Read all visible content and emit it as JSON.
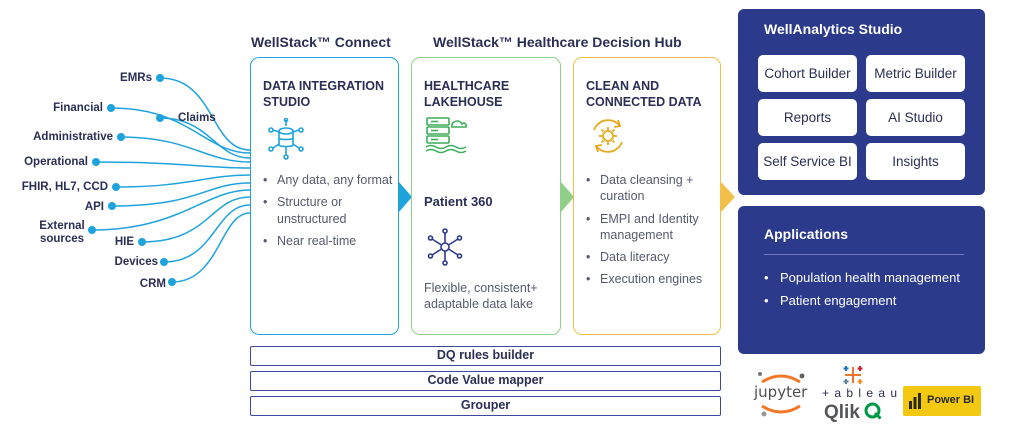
{
  "sources": [
    {
      "label": "EMRs"
    },
    {
      "label": "Financial"
    },
    {
      "label": "Claims"
    },
    {
      "label": "Administrative"
    },
    {
      "label": "Operational"
    },
    {
      "label": "FHIR, HL7, CCD"
    },
    {
      "label": "API"
    },
    {
      "label": "External sources"
    },
    {
      "label": "HIE"
    },
    {
      "label": "Devices"
    },
    {
      "label": "CRM"
    }
  ],
  "headings": {
    "connect": "WellStack™ Connect",
    "hub": "WellStack™ Healthcare Decision Hub"
  },
  "columns": {
    "integration": {
      "title": "DATA INTEGRATION STUDIO",
      "bullets": [
        "Any data, any format",
        "Structure or unstructured",
        "Near real-time"
      ]
    },
    "lakehouse": {
      "title": "HEALTHCARE LAKEHOUSE",
      "subtitle": "Patient 360",
      "desc": "Flexible, consistent+ adaptable data lake"
    },
    "clean": {
      "title": "CLEAN AND CONNECTED DATA",
      "bullets": [
        "Data cleansing + curation",
        "EMPI and Identity management",
        "Data literacy",
        "Execution engines"
      ]
    }
  },
  "bars": [
    "DQ rules builder",
    "Code Value mapper",
    "Grouper"
  ],
  "analytics": {
    "title": "WellAnalytics Studio",
    "tiles": [
      "Cohort Builder",
      "Metric Builder",
      "Reports",
      "AI Studio",
      "Self Service BI",
      "Insights"
    ]
  },
  "applications": {
    "title": "Applications",
    "items": [
      "Population health management",
      "Patient engagement"
    ]
  },
  "logos": {
    "jupyter": "jupyter",
    "tableau": "+ a b l e a u",
    "qlik": "Qlik",
    "powerbi": "Power BI"
  },
  "colors": {
    "navy": "#2c3a8c",
    "connect_blue": "#1fa3dc",
    "lakehouse_green": "#8fcf8a",
    "clean_gold": "#f2c04a",
    "text_dark": "#2a2f55"
  },
  "icons": [
    "database-network-icon",
    "server-lake-icon",
    "network-hub-icon",
    "gear-refresh-icon"
  ]
}
